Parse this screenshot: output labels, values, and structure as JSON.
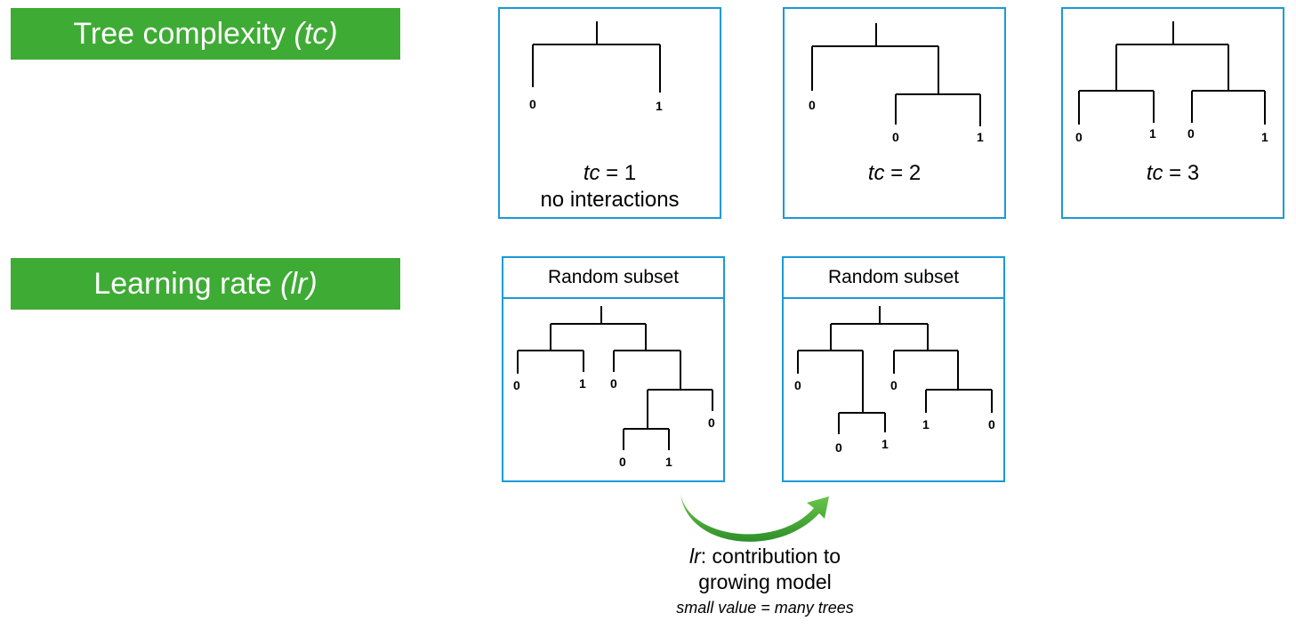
{
  "tree_complexity": {
    "label": "Tree complexity",
    "abbrev": "(tc)",
    "panels": [
      {
        "tc_symbol": "tc",
        "tc_value": "= 1",
        "subtitle": "no interactions",
        "leaves": [
          "0",
          "1"
        ]
      },
      {
        "tc_symbol": "tc",
        "tc_value": "= 2",
        "leaves": [
          "0",
          "0",
          "1"
        ]
      },
      {
        "tc_symbol": "tc",
        "tc_value": "= 3",
        "leaves": [
          "0",
          "1",
          "0",
          "1"
        ]
      }
    ]
  },
  "learning_rate": {
    "label": "Learning rate",
    "abbrev": "(lr)",
    "panels": [
      {
        "header": "Random subset",
        "leaves": [
          "0",
          "1",
          "0",
          "0",
          "0",
          "1"
        ]
      },
      {
        "header": "Random subset",
        "leaves": [
          "0",
          "0",
          "0",
          "1",
          "1",
          "0"
        ]
      }
    ],
    "note": {
      "symbol": "lr",
      "line1_rest": ": contribution to",
      "line2": "growing model",
      "line3": "small value = many trees"
    },
    "arrow_color": "#3eab35"
  },
  "colors": {
    "banner": "#3eab35",
    "panel_border": "#1a9ad6"
  }
}
